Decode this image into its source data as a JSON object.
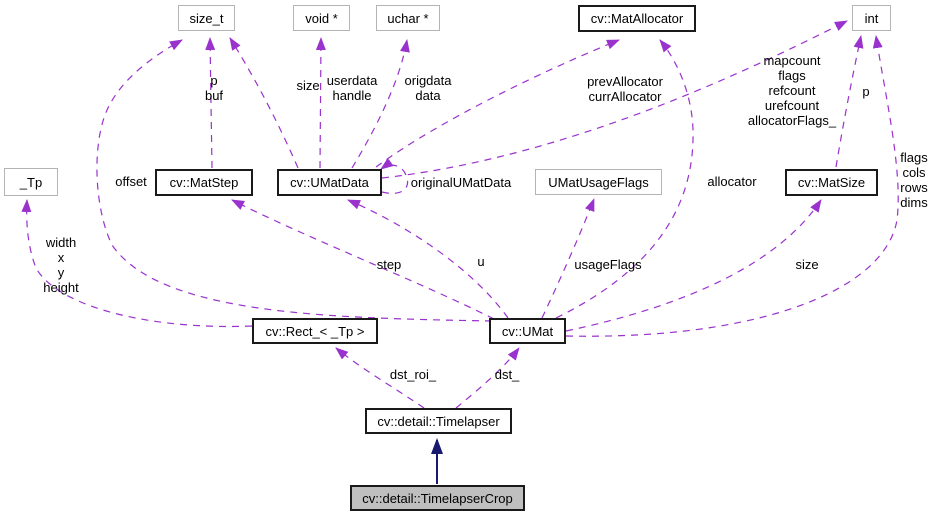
{
  "diagram": {
    "colors": {
      "edge_dashed": "#9a32cd",
      "edge_inheritance": "#191970",
      "node_fill": "#ffffff",
      "selected_node_fill": "#bfbfbf",
      "linked_border": "#1a1a1a",
      "plain_border": "#b4b4b4"
    }
  },
  "nodes": {
    "size_t": {
      "label": "size_t"
    },
    "void_ptr": {
      "label": "void *"
    },
    "uchar_ptr": {
      "label": "uchar *"
    },
    "mat_allocator": {
      "label": "cv::MatAllocator"
    },
    "int": {
      "label": "int"
    },
    "tp": {
      "label": "_Tp"
    },
    "mat_step": {
      "label": "cv::MatStep"
    },
    "umat_data": {
      "label": "cv::UMatData"
    },
    "umat_usage_flags": {
      "label": "UMatUsageFlags"
    },
    "mat_size": {
      "label": "cv::MatSize"
    },
    "rect": {
      "label": "cv::Rect_< _Tp >"
    },
    "umat": {
      "label": "cv::UMat"
    },
    "timelapser": {
      "label": "cv::detail::Timelapser"
    },
    "timelapser_crop": {
      "label": "cv::detail::TimelapserCrop"
    }
  },
  "edge_labels": {
    "p_buf": "p\nbuf",
    "size_top": "size",
    "userdata_handle": "userdata\nhandle",
    "origdata_data": "origdata\ndata",
    "prev_curr_allocator": "prevAllocator\ncurrAllocator",
    "mapcount_etc": "mapcount\nflags\nrefcount\nurefcount\nallocatorFlags_",
    "p_right": "p",
    "flags_cols_rows_dims": "flags\ncols\nrows\ndims",
    "offset": "offset",
    "original_umat_data": "originalUMatData",
    "width_x_y_height": "width\nx\ny\nheight",
    "step": "step",
    "u": "u",
    "usage_flags": "usageFlags",
    "allocator": "allocator",
    "size_right": "size",
    "dst_roi": "dst_roi_",
    "dst": "dst_"
  }
}
